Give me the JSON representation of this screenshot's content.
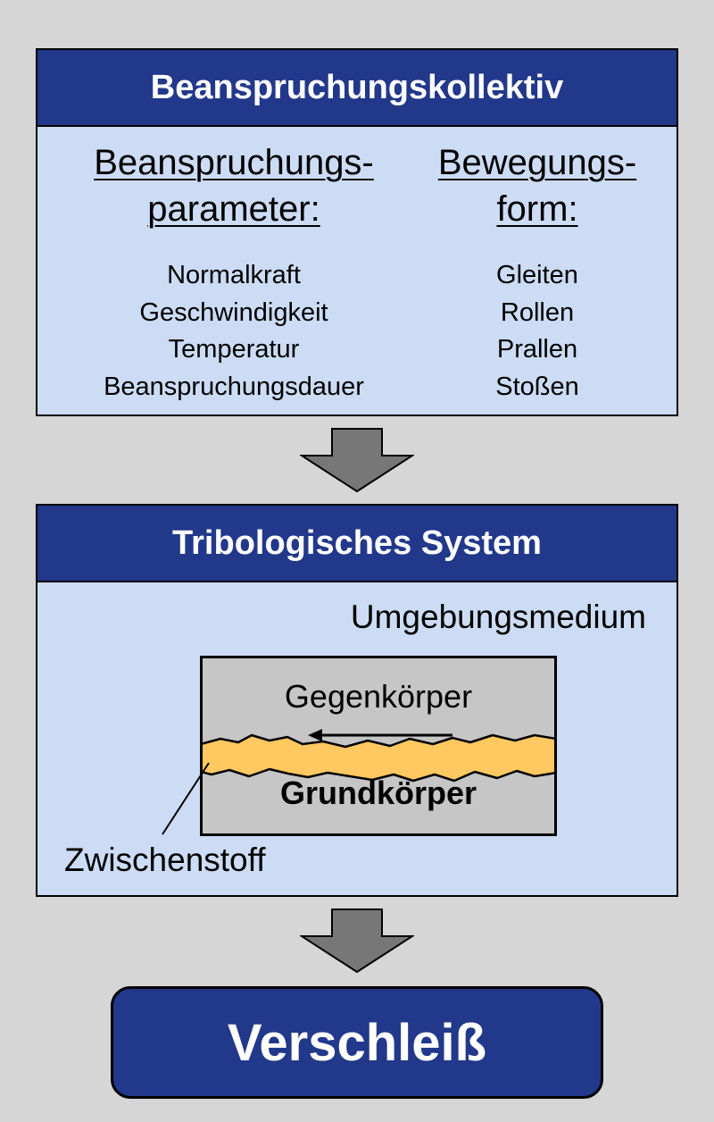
{
  "stress_collective": {
    "title": "Beanspruchungskollektiv",
    "params_heading_line1": "Beanspruchungs-",
    "params_heading_line2": "parameter:",
    "params": [
      "Normalkraft",
      "Geschwindigkeit",
      "Temperatur",
      "Beanspruchungsdauer"
    ],
    "motion_heading_line1": "Bewegungs-",
    "motion_heading_line2": "form:",
    "motions": [
      "Gleiten",
      "Rollen",
      "Prallen",
      "Stoßen"
    ]
  },
  "tribo_system": {
    "title": "Tribologisches System",
    "medium_label": "Umgebungsmedium",
    "counterbody_label": "Gegenkörper",
    "basebody_label": "Grundkörper",
    "interlayer_label": "Zwischenstoff"
  },
  "result": {
    "label": "Verschleiß"
  },
  "colors": {
    "background": "#d6d6d6",
    "header_fill": "#22388a",
    "panel_fill": "#ccdcf4",
    "block_fill": "#c6c6c6",
    "interlayer_fill": "#ffc860",
    "arrow_fill": "#777777"
  }
}
